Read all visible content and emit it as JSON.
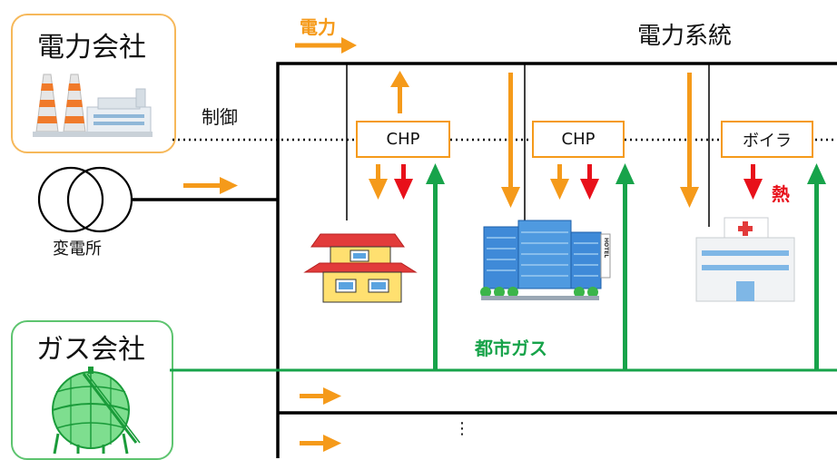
{
  "legend": {
    "power_label": "電力"
  },
  "grid": {
    "title": "電力系統"
  },
  "power_company": {
    "name": "電力会社"
  },
  "gas_company": {
    "name": "ガス会社"
  },
  "control_label": "制御",
  "substation_label": "変電所",
  "units": [
    {
      "label": "CHP"
    },
    {
      "label": "CHP"
    },
    {
      "label": "ボイラ"
    }
  ],
  "heat_label": "熱",
  "city_gas_label": "都市ガス",
  "ellipsis": "⋮",
  "hotel_sign": "HOTEL",
  "colors": {
    "power": "#f59a1a",
    "heat": "#e8101a",
    "gas": "#17a34a",
    "line": "#000000",
    "power_company_border": "#f6b85a",
    "gas_company_border": "#5dc46f"
  }
}
